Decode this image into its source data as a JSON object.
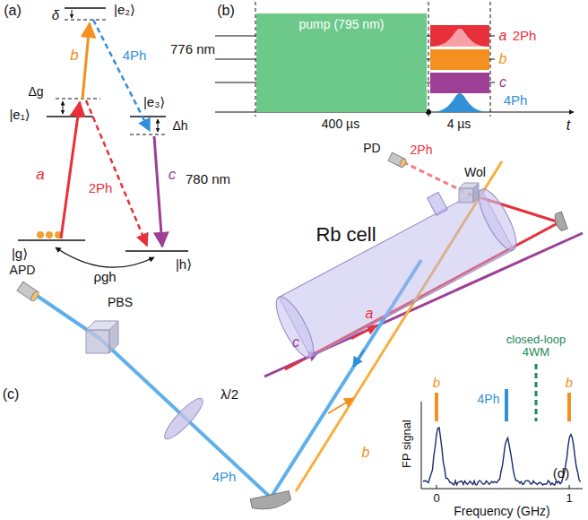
{
  "diagram": {
    "nodes": [
      {
        "text": [
          "pump (795 nm)"
        ]
      },
      {
        "text": [
          "Rb cell"
        ]
      }
    ],
    "labels": [
      "(a)",
      "δ",
      "|e₂⟩",
      "b",
      "4Ph",
      "776 nm",
      "Δg",
      "|e₁⟩",
      "|e₃⟩",
      "Δh",
      "a",
      "2Ph",
      "c",
      "780 nm",
      "|g⟩",
      "|h⟩",
      "ρgh",
      "(b)",
      "a",
      "2Ph",
      "b",
      "c",
      "4Ph",
      "400 µs",
      "4 µs",
      "t",
      "PD",
      "2Ph",
      "Wol",
      "APD",
      "PBS",
      "λ/2",
      "4Ph",
      "a",
      "c",
      "b",
      "(c)",
      "closed-loop 4WM",
      "b",
      "4Ph",
      "b",
      "FP signal",
      "0",
      "1",
      "Frequency (GHz)",
      "(d)"
    ]
  }
}
